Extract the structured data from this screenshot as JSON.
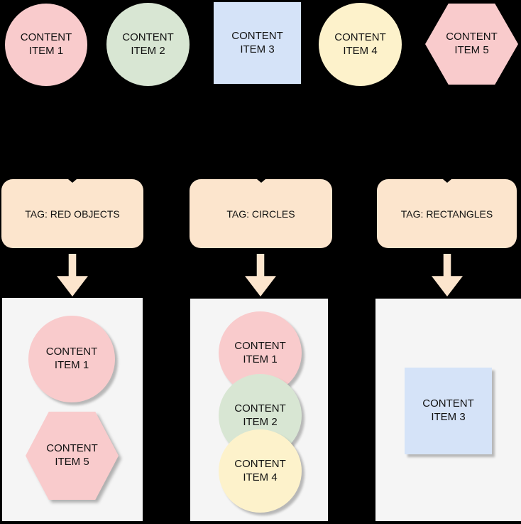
{
  "background": "#000000",
  "palette": {
    "pink": "#f9cbcc",
    "green": "#d8e6d3",
    "blue": "#d5e3f8",
    "yellow": "#fdf2cb",
    "peach": "#fce5cd",
    "container_fill": "#f5f5f5",
    "text": "#111111"
  },
  "icons": {
    "arrow_down": "block-arrow-down",
    "connector_arrowhead": "triangle-down"
  },
  "items_row": [
    {
      "label": "CONTENT ITEM 1",
      "shape": "circle",
      "color": "#f9cbcc"
    },
    {
      "label": "CONTENT ITEM 2",
      "shape": "circle",
      "color": "#d8e6d3"
    },
    {
      "label": "CONTENT ITEM 3",
      "shape": "rectangle",
      "color": "#d5e3f8"
    },
    {
      "label": "CONTENT ITEM 4",
      "shape": "circle",
      "color": "#fdf2cb"
    },
    {
      "label": "CONTENT ITEM 5",
      "shape": "hexagon",
      "color": "#f9cbcc"
    }
  ],
  "tags": [
    {
      "label": "TAG: RED OBJECTS"
    },
    {
      "label": "TAG: CIRCLES"
    },
    {
      "label": "TAG: RECTANGLES"
    }
  ],
  "containers": [
    {
      "items": [
        {
          "label": "CONTENT ITEM 1",
          "shape": "circle",
          "color": "#f9cbcc"
        },
        {
          "label": "CONTENT ITEM 5",
          "shape": "hexagon",
          "color": "#f9cbcc"
        }
      ]
    },
    {
      "items": [
        {
          "label": "CONTENT ITEM 1",
          "shape": "circle",
          "color": "#f9cbcc"
        },
        {
          "label": "CONTENT ITEM 2",
          "shape": "circle",
          "color": "#d8e6d3"
        },
        {
          "label": "CONTENT ITEM 4",
          "shape": "circle",
          "color": "#fdf2cb"
        }
      ]
    },
    {
      "items": [
        {
          "label": "CONTENT ITEM 3",
          "shape": "rectangle",
          "color": "#d5e3f8"
        }
      ]
    }
  ]
}
